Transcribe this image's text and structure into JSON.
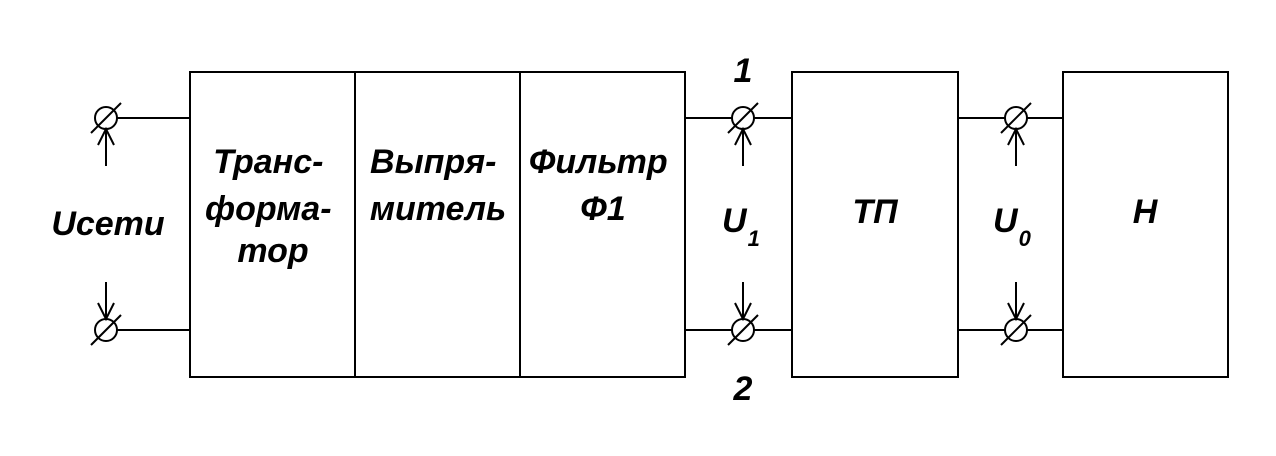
{
  "blocks": {
    "transformer": [
      "Транс-",
      "форма-",
      "тор"
    ],
    "rectifier": [
      "Выпря-",
      "митель"
    ],
    "filter": [
      "Фильтр",
      "Ф1"
    ],
    "converter": [
      "ТП"
    ],
    "load": [
      "Н"
    ]
  },
  "voltages": {
    "mains": "Uсети",
    "u1": {
      "base": "U",
      "sub": "1"
    },
    "u0": {
      "base": "U",
      "sub": "0"
    }
  },
  "nodes": {
    "top": "1",
    "bottom": "2"
  },
  "colors": {
    "line": "#000000",
    "background": "#ffffff"
  }
}
